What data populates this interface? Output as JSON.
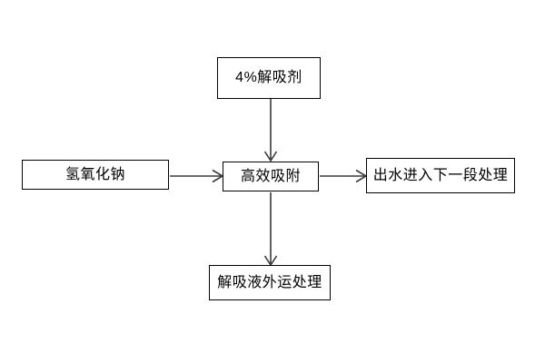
{
  "diagram": {
    "type": "flowchart",
    "title": "",
    "background_color": "#ffffff",
    "node_border_color": "#000000",
    "edge_color": "#3a3a3a",
    "text_color": "#000000",
    "nodes": [
      {
        "id": "desorbent",
        "label": "4%解吸剂",
        "name": "node-desorbent",
        "shape": "rectangle"
      },
      {
        "id": "naoh",
        "label": "氢氧化钠",
        "name": "node-sodium-hydroxide",
        "shape": "rectangle"
      },
      {
        "id": "adsorption",
        "label": "高效吸附",
        "name": "node-high-efficiency-adsorption",
        "shape": "rectangle"
      },
      {
        "id": "effluent",
        "label": "出水进入下一段处理",
        "name": "node-effluent-next-stage",
        "shape": "rectangle"
      },
      {
        "id": "desorbate",
        "label": "解吸液外运处理",
        "name": "node-desorbate-offsite-treatment",
        "shape": "rectangle"
      }
    ],
    "edges": [
      {
        "id": "edge-desorbent-to-adsorption",
        "from": "desorbent",
        "to": "adsorption",
        "direction": "down",
        "label": "",
        "arrowhead": "open-chevron"
      },
      {
        "id": "edge-naoh-to-adsorption",
        "from": "naoh",
        "to": "adsorption",
        "direction": "right",
        "label": "",
        "arrowhead": "open-chevron"
      },
      {
        "id": "edge-adsorption-to-effluent",
        "from": "adsorption",
        "to": "effluent",
        "direction": "right",
        "label": "",
        "arrowhead": "open-chevron"
      },
      {
        "id": "edge-adsorption-to-desorbate",
        "from": "adsorption",
        "to": "desorbate",
        "direction": "down",
        "label": "",
        "arrowhead": "open-chevron"
      }
    ]
  }
}
